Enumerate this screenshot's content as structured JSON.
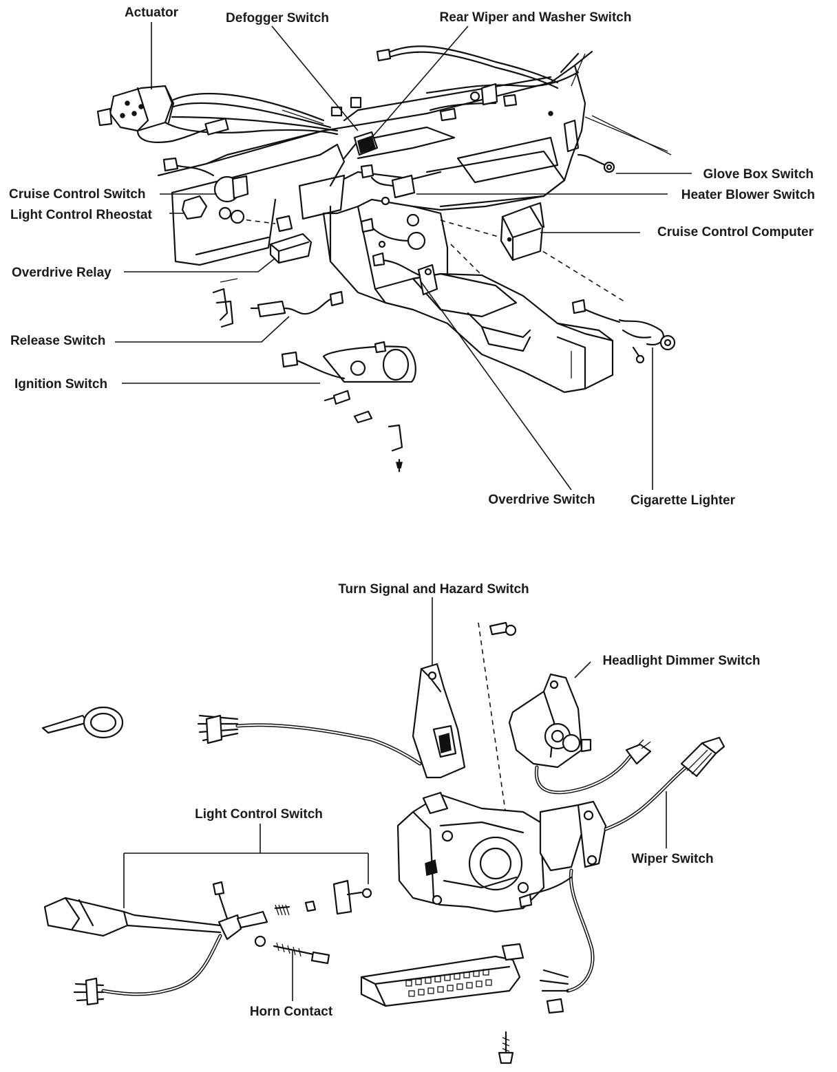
{
  "labels": {
    "actuator": "Actuator",
    "defogger_switch": "Defogger Switch",
    "rear_wiper_washer_switch": "Rear Wiper and Washer Switch",
    "glove_box_switch": "Glove Box Switch",
    "heater_blower_switch": "Heater Blower Switch",
    "cruise_control_computer": "Cruise Control Computer",
    "cruise_control_switch": "Cruise Control Switch",
    "light_control_rheostat": "Light Control Rheostat",
    "overdrive_relay": "Overdrive Relay",
    "release_switch": "Release Switch",
    "ignition_switch": "Ignition Switch",
    "overdrive_switch": "Overdrive Switch",
    "cigarette_lighter": "Cigarette Lighter",
    "turn_signal_hazard_switch": "Turn Signal and Hazard Switch",
    "headlight_dimmer_switch": "Headlight Dimmer Switch",
    "light_control_switch": "Light Control Switch",
    "wiper_switch": "Wiper Switch",
    "horn_contact": "Horn Contact"
  },
  "colors": {
    "ink": "#111111",
    "background": "#ffffff"
  }
}
